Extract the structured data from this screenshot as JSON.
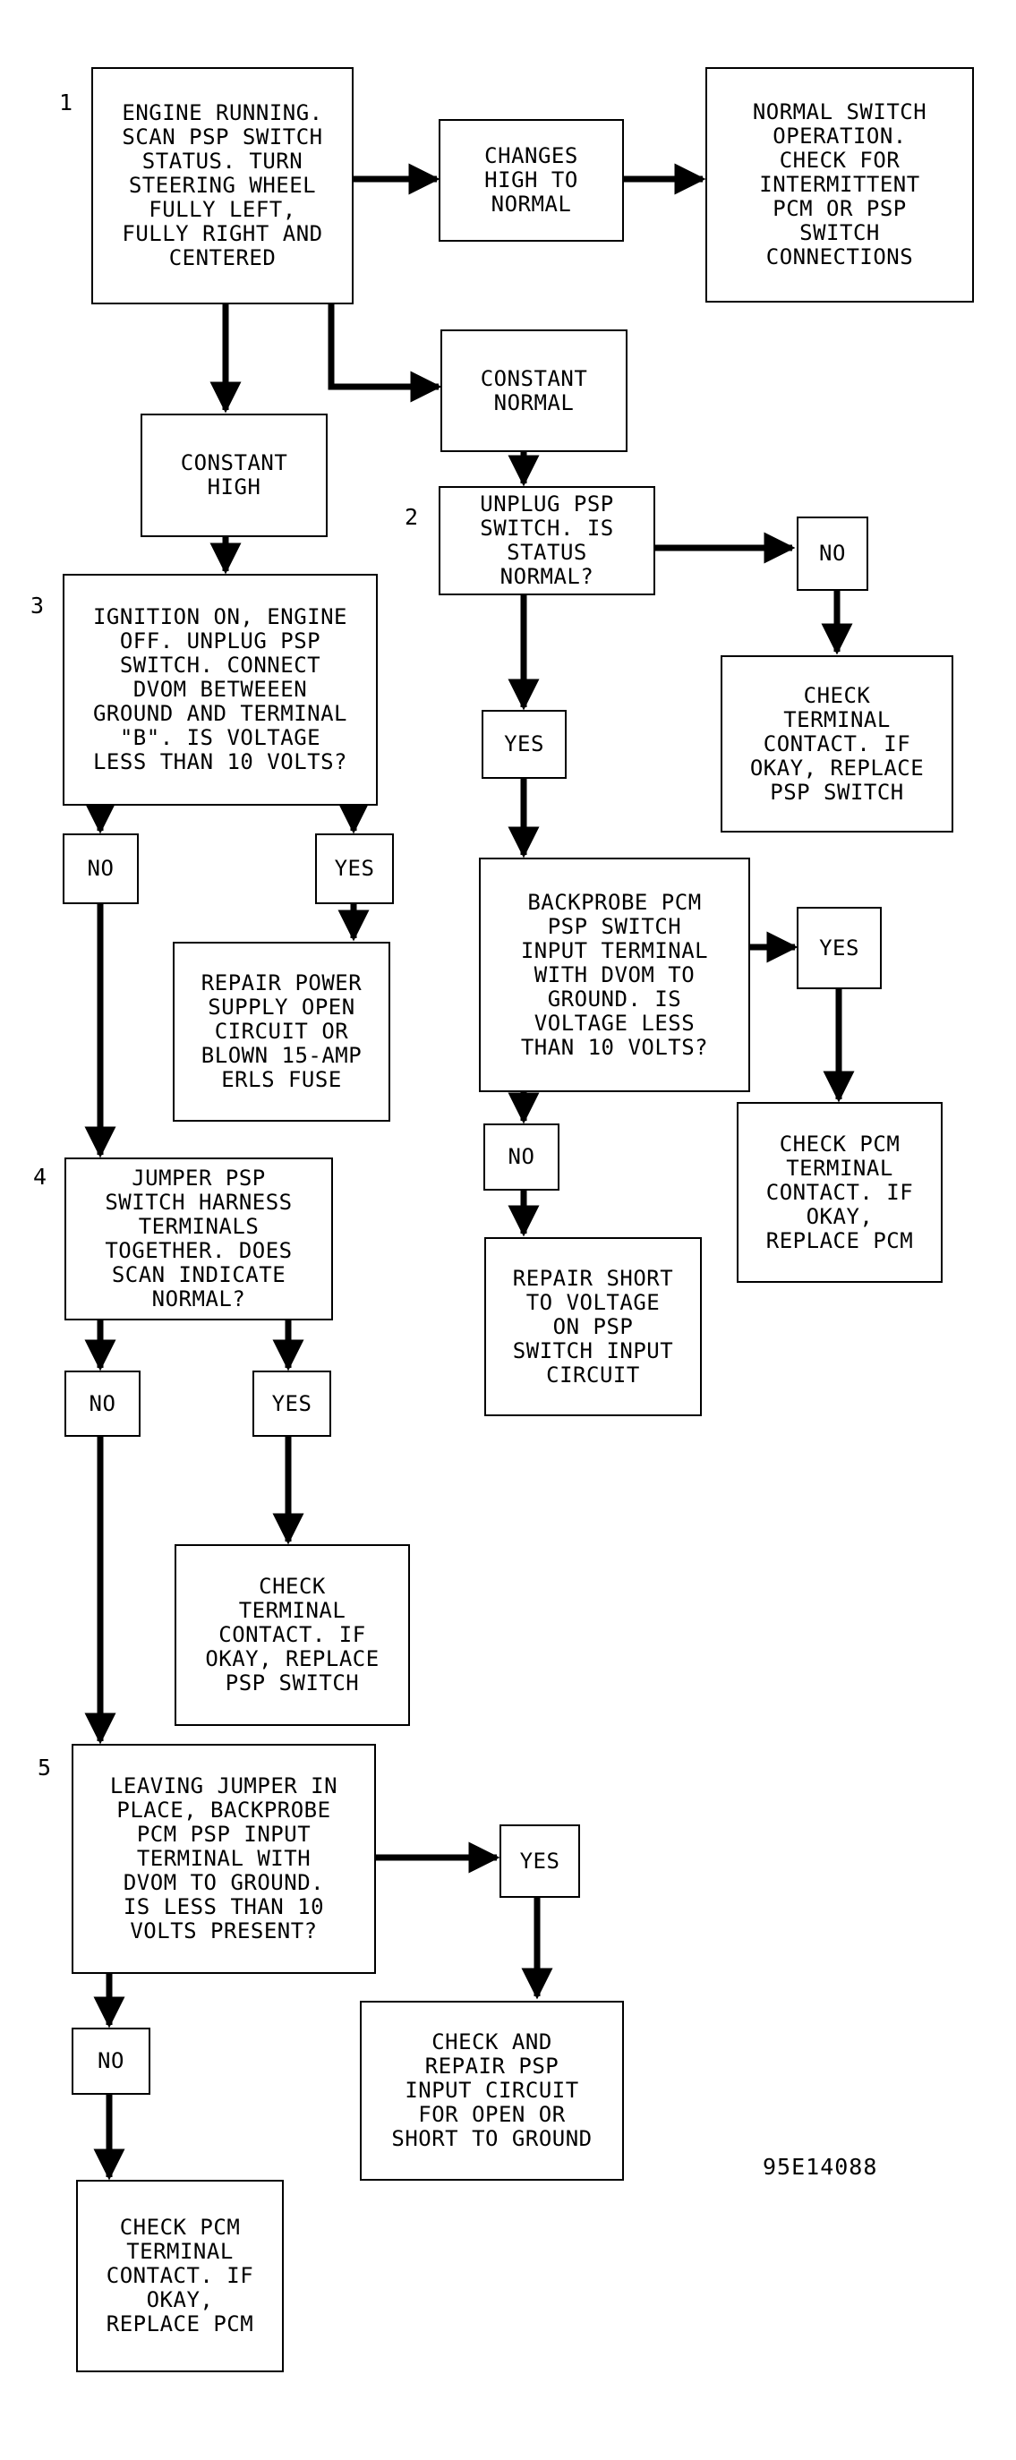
{
  "nodes": {
    "n1": "ENGINE RUNNING.\nSCAN PSP SWITCH\nSTATUS. TURN\nSTEERING WHEEL\nFULLY LEFT,\nFULLY RIGHT AND\nCENTERED",
    "changes": "CHANGES\nHIGH TO\nNORMAL",
    "normal_op": "NORMAL SWITCH\nOPERATION.\nCHECK FOR\nINTERMITTENT\nPCM OR PSP\nSWITCH\nCONNECTIONS",
    "const_normal": "CONSTANT\nNORMAL",
    "const_high": "CONSTANT\nHIGH",
    "n2": "UNPLUG PSP\nSWITCH. IS\nSTATUS\nNORMAL?",
    "n2_no": "NO",
    "n2_no_action": "CHECK\nTERMINAL\nCONTACT. IF\nOKAY, REPLACE\nPSP SWITCH",
    "n2_yes": "YES",
    "backprobe": "BACKPROBE PCM\nPSP SWITCH\nINPUT TERMINAL\nWITH DVOM TO\nGROUND. IS\nVOLTAGE LESS\nTHAN 10 VOLTS?",
    "bp_yes": "YES",
    "bp_yes_action": "CHECK PCM\nTERMINAL\nCONTACT. IF\nOKAY,\nREPLACE PCM",
    "bp_no": "NO",
    "bp_no_action": "REPAIR SHORT\nTO VOLTAGE\nON PSP\nSWITCH INPUT\nCIRCUIT",
    "n3": "IGNITION ON, ENGINE\nOFF. UNPLUG PSP\nSWITCH. CONNECT\nDVOM BETWEEEN\nGROUND AND TERMINAL\n\"B\". IS VOLTAGE\nLESS THAN 10 VOLTS?",
    "n3_no": "NO",
    "n3_yes": "YES",
    "n3_yes_action": "REPAIR POWER\nSUPPLY OPEN\nCIRCUIT OR\nBLOWN 15-AMP\nERLS FUSE",
    "n4": "JUMPER PSP\nSWITCH HARNESS\nTERMINALS\nTOGETHER. DOES\nSCAN INDICATE\nNORMAL?",
    "n4_no": "NO",
    "n4_yes": "YES",
    "n4_yes_action": "CHECK\nTERMINAL\nCONTACT. IF\nOKAY, REPLACE\nPSP SWITCH",
    "n5": "LEAVING JUMPER IN\nPLACE, BACKPROBE\nPCM PSP INPUT\nTERMINAL WITH\nDVOM TO GROUND.\nIS LESS THAN 10\nVOLTS PRESENT?",
    "n5_yes": "YES",
    "n5_yes_action": "CHECK AND\nREPAIR PSP\nINPUT CIRCUIT\nFOR OPEN OR\nSHORT TO GROUND",
    "n5_no": "NO",
    "n5_no_action": "CHECK PCM\nTERMINAL\nCONTACT. IF\nOKAY,\nREPLACE PCM"
  },
  "steps": {
    "s1": "1",
    "s2": "2",
    "s3": "3",
    "s4": "4",
    "s5": "5"
  },
  "figure_code": "95E14088"
}
